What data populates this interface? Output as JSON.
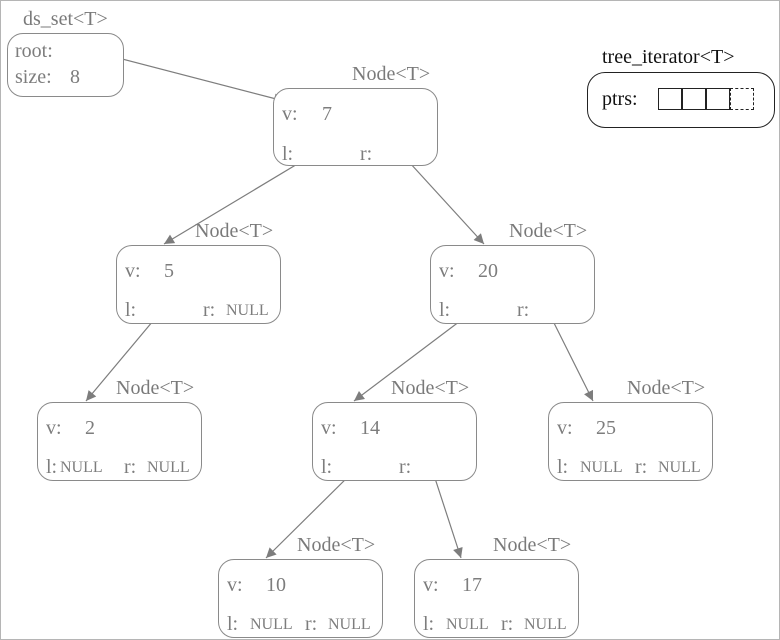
{
  "set": {
    "title": "ds_set<T>",
    "root_label": "root:",
    "size_label": "size:",
    "size_value": "8"
  },
  "iterator": {
    "title": "tree_iterator<T>",
    "ptrs_label": "ptrs:",
    "cells": 4
  },
  "labels": {
    "node": "Node<T>",
    "v": "v:",
    "l": "l:",
    "r": "r:",
    "null": "NULL"
  },
  "nodes": {
    "n7": {
      "value": "7"
    },
    "n5": {
      "value": "5"
    },
    "n20": {
      "value": "20"
    },
    "n2": {
      "value": "2"
    },
    "n14": {
      "value": "14"
    },
    "n25": {
      "value": "25"
    },
    "n10": {
      "value": "10"
    },
    "n17": {
      "value": "17"
    }
  }
}
